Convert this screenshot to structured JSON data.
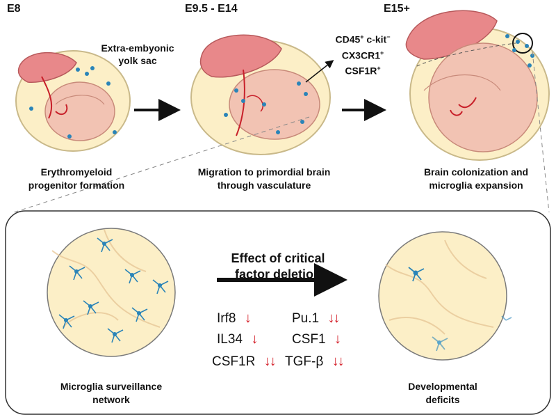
{
  "stages": [
    {
      "label": "E8",
      "caption_line1": "Erythromyeloid",
      "caption_line2": "progenitor formation"
    },
    {
      "label": "E9.5 - E14",
      "caption_line1": "Migration to primordial brain",
      "caption_line2": "through vasculature"
    },
    {
      "label": "E15+",
      "caption_line1": "Brain colonization and",
      "caption_line2": "microglia expansion"
    }
  ],
  "yolk_sac_label": {
    "line1": "Extra-embyonic",
    "line2": "yolk sac"
  },
  "markers": {
    "line1_main": "CD45",
    "line1_sup": "+",
    "line1_rest": " c-kit",
    "line1_sup2": "−",
    "line2_main": "CX3CR1",
    "line2_sup": "+",
    "line3_main": "CSF1R",
    "line3_sup": "+"
  },
  "panel": {
    "effect_line1": "Effect of critical",
    "effect_line2": "factor deletion",
    "left_caption_line1": "Microglia surveillance",
    "left_caption_line2": "network",
    "right_caption_line1": "Developmental",
    "right_caption_line2": "deficits"
  },
  "factors": [
    {
      "name": "Irf8",
      "arrows": "↓"
    },
    {
      "name": "Pu.1",
      "arrows": "↓↓"
    },
    {
      "name": "IL34",
      "arrows": "↓"
    },
    {
      "name": "CSF1",
      "arrows": "↓"
    },
    {
      "name": "CSF1R",
      "arrows": "↓↓"
    },
    {
      "name": "TGF-β",
      "arrows": "↓↓"
    }
  ],
  "colors": {
    "yolk": "#fcefc7",
    "embryo": "#f2c3b3",
    "placenta": "#e8888a",
    "vessel": "#c8202a",
    "microglia": "#2a84b8",
    "down_arrow": "#d4202a"
  }
}
